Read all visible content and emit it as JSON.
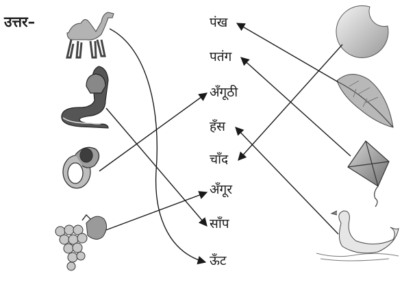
{
  "answer_label": "उत्तर–",
  "words": [
    "पंख",
    "पतंग",
    "अँगूठी",
    "हँस",
    "चाँद",
    "अँगूर",
    "साँप",
    "ऊँट"
  ],
  "left_pictures": [
    "camel",
    "cobra-snake",
    "ring",
    "grapes"
  ],
  "right_pictures": [
    "crescent-moon",
    "feather",
    "kite",
    "swan"
  ],
  "matches": [
    {
      "picture": "camel",
      "word": "ऊँट"
    },
    {
      "picture": "cobra-snake",
      "word": "साँप"
    },
    {
      "picture": "ring",
      "word": "अँगूठी"
    },
    {
      "picture": "grapes",
      "word": "अँगूर"
    },
    {
      "picture": "crescent-moon",
      "word": "चाँद"
    },
    {
      "picture": "feather",
      "word": "पंख"
    },
    {
      "picture": "kite",
      "word": "पतंग"
    },
    {
      "picture": "swan",
      "word": "हँस"
    }
  ]
}
